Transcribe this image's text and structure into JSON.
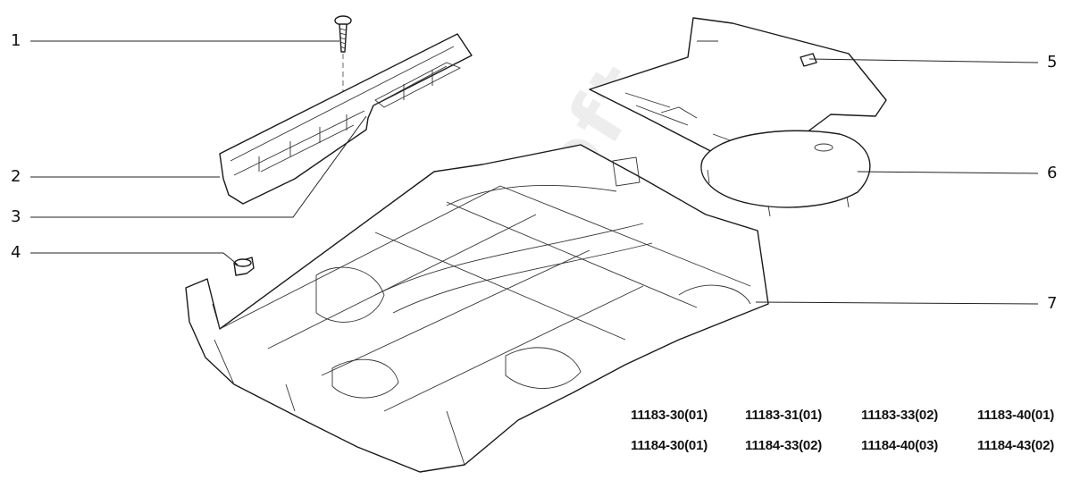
{
  "callouts": [
    {
      "label": "1"
    },
    {
      "label": "2"
    },
    {
      "label": "3"
    },
    {
      "label": "4"
    },
    {
      "label": "5"
    },
    {
      "label": "6"
    },
    {
      "label": "7"
    }
  ],
  "codes": {
    "row1": [
      "11183-30(01)",
      "11183-31(01)",
      "11183-33(02)",
      "11183-40(01)"
    ],
    "row2": [
      "11184-30(01)",
      "11184-33(02)",
      "11184-40(03)",
      "11184-43(02)"
    ]
  },
  "watermark": "AutoSoft"
}
